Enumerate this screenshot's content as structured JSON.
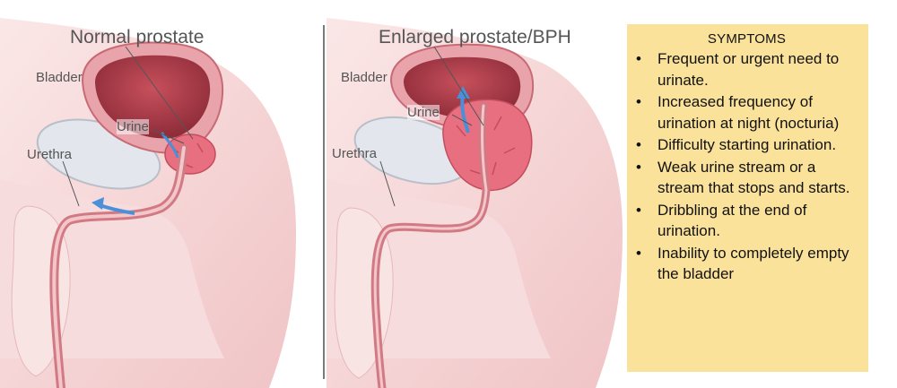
{
  "normal_panel": {
    "title": "Normal prostate",
    "labels": {
      "bladder": "Bladder",
      "urine": "Urine",
      "urethra": "Urethra"
    }
  },
  "bph_panel": {
    "title": "Enlarged prostate/BPH",
    "labels": {
      "bladder": "Bladder",
      "urine": "Urine",
      "urethra": "Urethra"
    }
  },
  "symptoms": {
    "heading": "SYMPTOMS",
    "bullet": "•",
    "items": [
      "Frequent or urgent need to urinate.",
      "Increased frequency of urination at night (nocturia)",
      "Difficulty starting urination.",
      "Weak urine stream or a stream that stops and starts.",
      "Dribbling at the end of urination.",
      "Inability to completely empty the bladder"
    ]
  },
  "colors": {
    "tissue": "#f4d3d3",
    "bladder_wall": "#d97b86",
    "bladder_inner": "#b9434f",
    "urethra": "#dc8a92",
    "prostate": "#e76f7f",
    "flow_arrow": "#4a90d9",
    "symptoms_bg": "#fbe29a"
  }
}
